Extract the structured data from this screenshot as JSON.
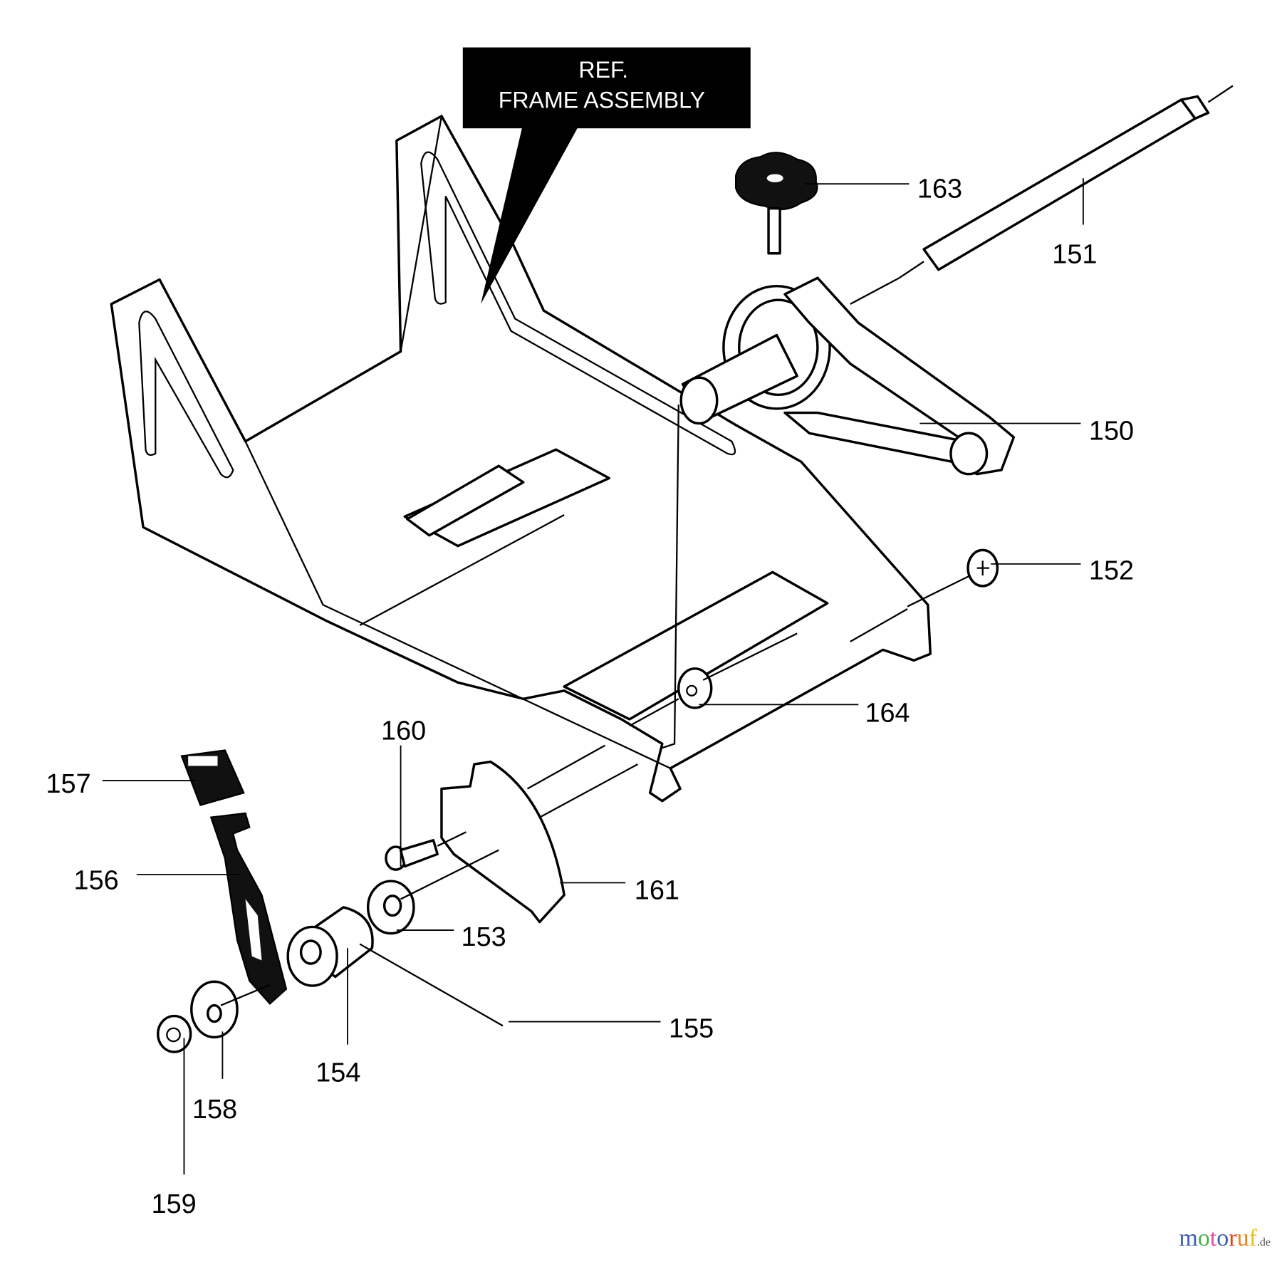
{
  "callout": {
    "line1": "REF.",
    "line2": "FRAME ASSEMBLY"
  },
  "part_labels": {
    "p150": "150",
    "p151": "151",
    "p152": "152",
    "p153": "153",
    "p154": "154",
    "p155": "155",
    "p156": "156",
    "p157": "157",
    "p158": "158",
    "p159": "159",
    "p160": "160",
    "p161": "161",
    "p163": "163",
    "p164": "164"
  },
  "watermark": {
    "text": "motoruf",
    "suffix": ".de"
  }
}
